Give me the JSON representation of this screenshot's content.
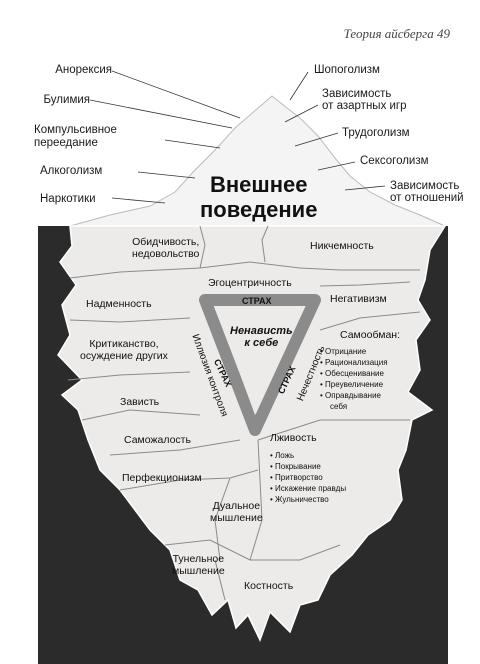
{
  "header": "Теория айсберга 49",
  "outer_title": [
    "Внешнее",
    "поведение"
  ],
  "left_behaviors": [
    "Анорексия",
    "Булимия",
    "Компульсивное",
    "переедание",
    "Алкоголизм",
    "Наркотики"
  ],
  "right_behaviors": [
    "Шопоголизм",
    "Зависимость",
    "от азартных игр",
    "Трудоголизм",
    "Сексоголизм",
    "Зависимость",
    "от отношений"
  ],
  "regions": {
    "obid1": "Обидчивость,",
    "obid2": "недовольство",
    "nichem": "Никчемность",
    "ego": "Эгоцентричность",
    "nadm": "Надменность",
    "negat": "Негативизм",
    "krit1": "Критиканство,",
    "krit2": "осуждение других",
    "samoob": "Самообман:",
    "zavist": "Зависть",
    "samozh": "Саможалость",
    "lzh": "Лживость",
    "perf": "Перфекционизм",
    "dual1": "Дуальное",
    "dual2": "мышление",
    "tun1": "Тунельное",
    "tun2": "мышление",
    "kost": "Костность"
  },
  "self_deception_items": [
    "• Отрицание",
    "• Рационализация",
    "• Обесценивание",
    "• Преувеличение",
    "• Оправдывание",
    "себя"
  ],
  "lying_items": [
    "• Ложь",
    "• Покрывание",
    "• Притворство",
    "• Искажение правды",
    "• Жульничество"
  ],
  "triangle": {
    "center1": "Ненависть",
    "center2": "к себе",
    "top": "СТРАХ",
    "left": "СТРАХ",
    "right": "СТРАХ",
    "left_outer": "Иллюзия контроля",
    "right_outer": "Нечестность"
  },
  "colors": {
    "water": "#2b2b2b",
    "ice": "#ecebea",
    "line": "#8a8a8a",
    "triangle": "#8b8b8b"
  }
}
